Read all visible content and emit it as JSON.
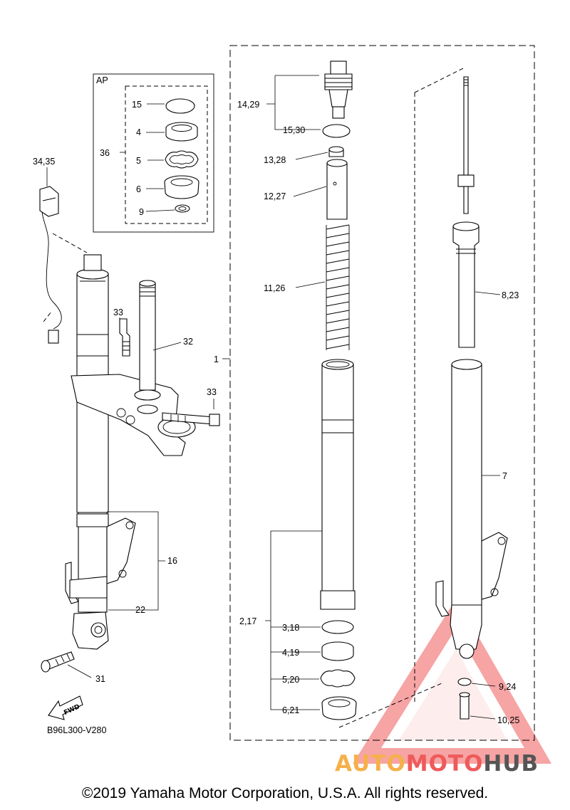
{
  "diagram": {
    "inset_title": "AP",
    "diagram_code": "B96L300-V280",
    "fwd_label": "FWD",
    "callouts": {
      "c15_inset": "15",
      "c4_inset": "4",
      "c36": "36",
      "c5_inset": "5",
      "c6_inset": "6",
      "c9_inset": "9",
      "c34_35": "34,35",
      "c33_top": "33",
      "c32": "32",
      "c33_right": "33",
      "c16": "16",
      "c22": "22",
      "c31": "31",
      "c14_29": "14,29",
      "c15_30": "15,30",
      "c13_28": "13,28",
      "c12_27": "12,27",
      "c11_26": "11,26",
      "c1": "1",
      "c8_23": "8,23",
      "c7": "7",
      "c2_17": "2,17",
      "c3_18": "3,18",
      "c4_19": "4,19",
      "c5_20": "5,20",
      "c6_21": "6,21",
      "c9_24": "9,24",
      "c10_25": "10,25"
    }
  },
  "footer": {
    "copyright": "©2019 Yamaha Motor Corporation, U.S.A. All rights reserved."
  },
  "watermark": {
    "part1": "AUTO",
    "part2": "MOTO",
    "part3": "HUB",
    "colors": {
      "auto": "#f6b04a",
      "moto": "#ef5a5a",
      "hub": "#555555",
      "triangle": "#ef5a5a"
    }
  }
}
